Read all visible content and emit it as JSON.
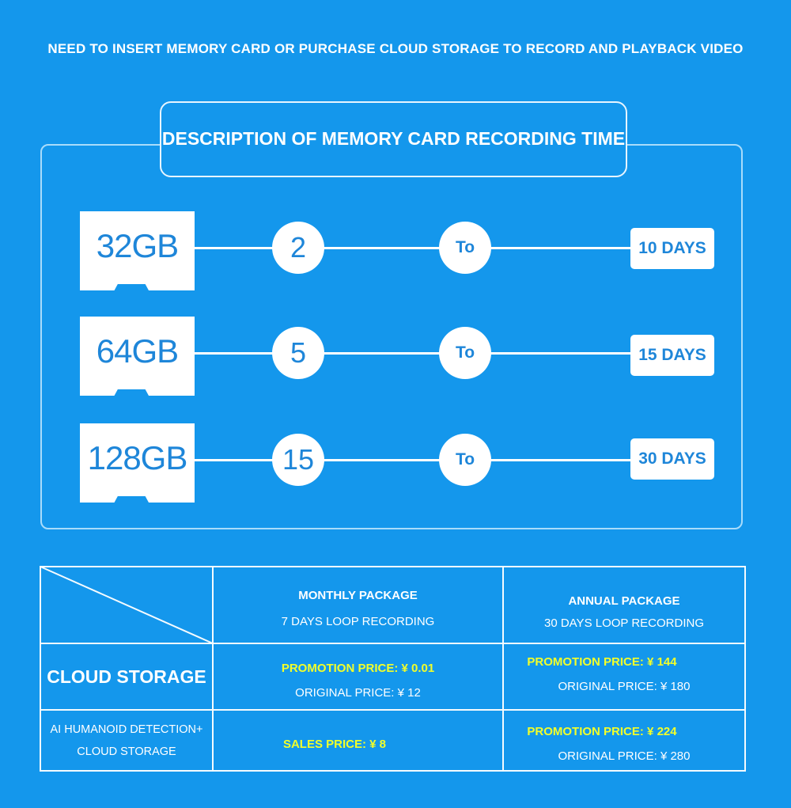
{
  "header": {
    "notice": "NEED TO INSERT MEMORY CARD OR PURCHASE CLOUD STORAGE TO RECORD AND PLAYBACK VIDEO"
  },
  "memory_section": {
    "title": "DESCRIPTION OF MEMORY CARD RECORDING TIME",
    "rows": [
      {
        "card": "32GB",
        "from": "2",
        "to_label": "To",
        "until": "10 DAYS"
      },
      {
        "card": "64GB",
        "from": "5",
        "to_label": "To",
        "until": "15 DAYS"
      },
      {
        "card": "128GB",
        "from": "15",
        "to_label": "To",
        "until": "30 DAYS"
      }
    ]
  },
  "cloud_table": {
    "columns": [
      {
        "title": "MONTHLY PACKAGE",
        "subtitle": "7 DAYS LOOP RECORDING"
      },
      {
        "title": "ANNUAL PACKAGE",
        "subtitle": "30 DAYS LOOP RECORDING"
      }
    ],
    "rows": [
      {
        "label": "CLOUD STORAGE",
        "monthly": {
          "promo": "PROMOTION PRICE: ¥ 0.01",
          "original": "ORIGINAL PRICE: ¥ 12"
        },
        "annual": {
          "promo": "PROMOTION PRICE: ¥ 144",
          "original": "ORIGINAL PRICE: ¥ 180"
        }
      },
      {
        "label_line1": "AI HUMANOID DETECTION+",
        "label_line2": "CLOUD STORAGE",
        "monthly": {
          "sales": "SALES PRICE: ¥ 8"
        },
        "annual": {
          "promo": "PROMOTION PRICE: ¥ 224",
          "original": "ORIGINAL PRICE: ¥ 280"
        }
      }
    ]
  },
  "colors": {
    "background": "#1497ec",
    "card_text": "#1e86d9",
    "promo_text": "#f2ff2a"
  }
}
